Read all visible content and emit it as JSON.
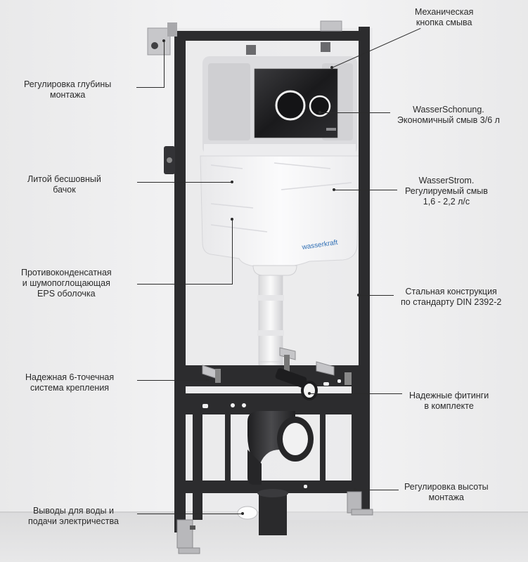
{
  "labels": {
    "mech_button": [
      "Механическая",
      "кнопка смыва"
    ],
    "depth_adjust": [
      "Регулировка глубины",
      "монтажа"
    ],
    "wasserschonung": [
      "WasserSchonung.",
      "Экономичный смыв 3/6 л"
    ],
    "cast_tank": [
      "Литой бесшовный",
      "бачок"
    ],
    "wasserstrom": [
      "WasserStrom.",
      "Регулируемый смыв",
      "1,6 - 2,2 л/с"
    ],
    "eps_shell": [
      "Противоконденсатная",
      "и шумопоглощающая",
      "EPS оболочка"
    ],
    "steel_frame": [
      "Стальная конструкция",
      "по стандарту DIN 2392-2"
    ],
    "six_point": [
      "Надежная 6-точечная",
      "система крепления"
    ],
    "fittings": [
      "Надежные фитинги",
      "в комплекте"
    ],
    "height_adjust": [
      "Регулировка высоты",
      "монтажа"
    ],
    "outlets": [
      "Выводы для воды и",
      "подачи электричества"
    ]
  },
  "brand": "wasserkraft",
  "colors": {
    "frame": "#2c2c2e",
    "tank": "#f7f7f8",
    "button_plate": "#1c1c1e",
    "leader": "#2b2b2b"
  }
}
